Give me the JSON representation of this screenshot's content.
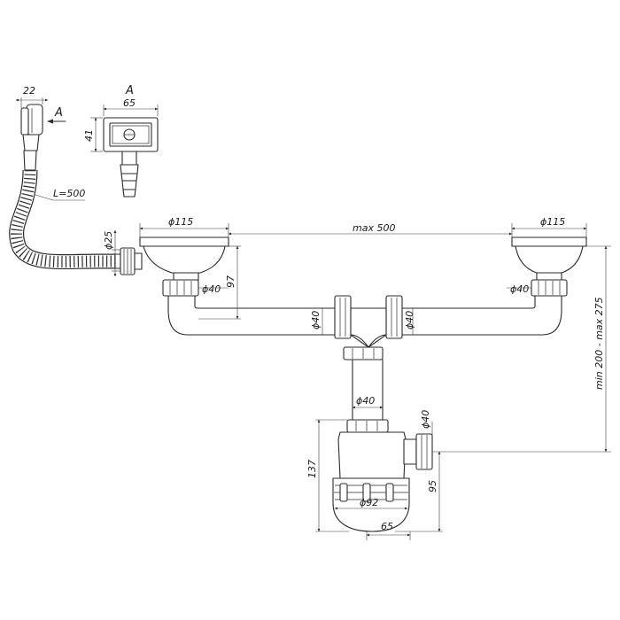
{
  "dims": {
    "overflow_width": "22",
    "view_mark": "A",
    "view_title": "A",
    "view_width": "65",
    "view_height": "41",
    "hose_length": "L=500",
    "hose_dia": "ϕ25",
    "left_grate": "ϕ115",
    "right_grate": "ϕ115",
    "span": "max 500",
    "left_nut": "ϕ40",
    "height_97": "97",
    "right_nut": "ϕ40",
    "tee_left": "ϕ40",
    "tee_right": "ϕ40",
    "riser": "ϕ40",
    "outlet": "ϕ40",
    "total_height": "min 200 - max 275",
    "bottle_height": "137",
    "outlet_height": "95",
    "bottle_dia": "ϕ92",
    "bottle_offset": "65"
  }
}
